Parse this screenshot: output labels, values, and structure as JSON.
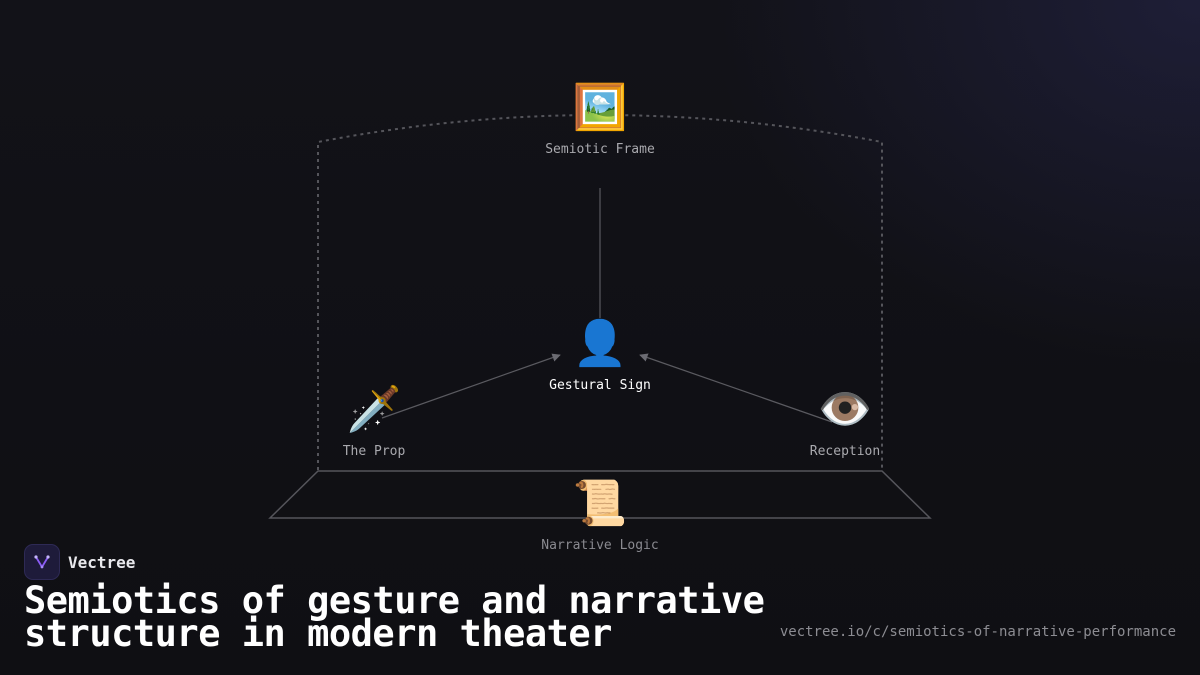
{
  "diagram": {
    "nodes": {
      "semiotic_frame": {
        "icon": "framed-picture-icon",
        "emoji": "🖼️",
        "label": "Semiotic Frame"
      },
      "gestural_sign": {
        "icon": "person-silhouette-icon",
        "emoji": "👤",
        "label": "Gestural Sign"
      },
      "the_prop": {
        "icon": "dagger-icon",
        "emoji": "🗡️",
        "label": "The Prop"
      },
      "reception": {
        "icon": "eye-icon",
        "emoji": "👁️",
        "label": "Reception"
      },
      "narrative_logic": {
        "icon": "scroll-icon",
        "emoji": "📜",
        "label": "Narrative Logic"
      }
    }
  },
  "brand": {
    "name": "Vectree",
    "icon": "vectree-logo-icon",
    "accent": "#8b5cf6"
  },
  "footer": {
    "title": "Semiotics of gesture and narrative structure in modern theater",
    "url": "vectree.io/c/semiotics-of-narrative-performance"
  },
  "colors": {
    "background": "#111116",
    "line": "#5a5a60",
    "text_primary": "#ffffff",
    "text_muted": "#a9a9ae"
  }
}
